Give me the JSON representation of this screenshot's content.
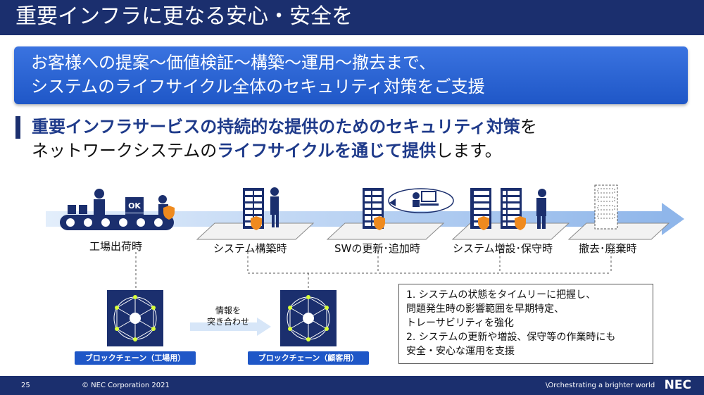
{
  "header": {
    "title": "重要インフラに更なる安心・安全を"
  },
  "banner": {
    "line1": "お客様への提案～価値検証～構築～運用～撤去まで、",
    "line2": "システムのライフサイクル全体のセキュリティ対策をご支援"
  },
  "lead": {
    "l1_hl": "重要インフラサービスの持続的な提供のためのセキュリティ対策",
    "l1_tail": "を",
    "l2_a": "ネットワークシステムの",
    "l2_hl": "ライフサイクルを通じて提供",
    "l2_tail": "します。"
  },
  "factory_ok": "OK",
  "stages": [
    "工場出荷時",
    "システム構築時",
    "SWの更新･追加時",
    "システム増設･保守時",
    "撤去･廃棄時"
  ],
  "chains": {
    "left_label": "ブロックチェーン（工場用）",
    "right_label": "ブロックチェーン（顧客用）",
    "link_line1": "情報を",
    "link_line2": "突き合わせ"
  },
  "info": [
    "1.  システムの状態をタイムリーに把握し、",
    "     問題発生時の影響範囲を早期特定、",
    "     トレーサビリティを強化",
    "2.  システムの更新や増設、保守等の作業時にも",
    "     安全・安心な運用を支援"
  ],
  "footer": {
    "page": "25",
    "copyright": "© NEC Corporation 2021",
    "tagline": "\\Orchestrating a brighter world",
    "logo": "NEC"
  },
  "colors": {
    "navy": "#1b2f6e",
    "blue": "#1f57c7",
    "arrow": "#a9c8f0",
    "accent": "#ef8a1e"
  }
}
